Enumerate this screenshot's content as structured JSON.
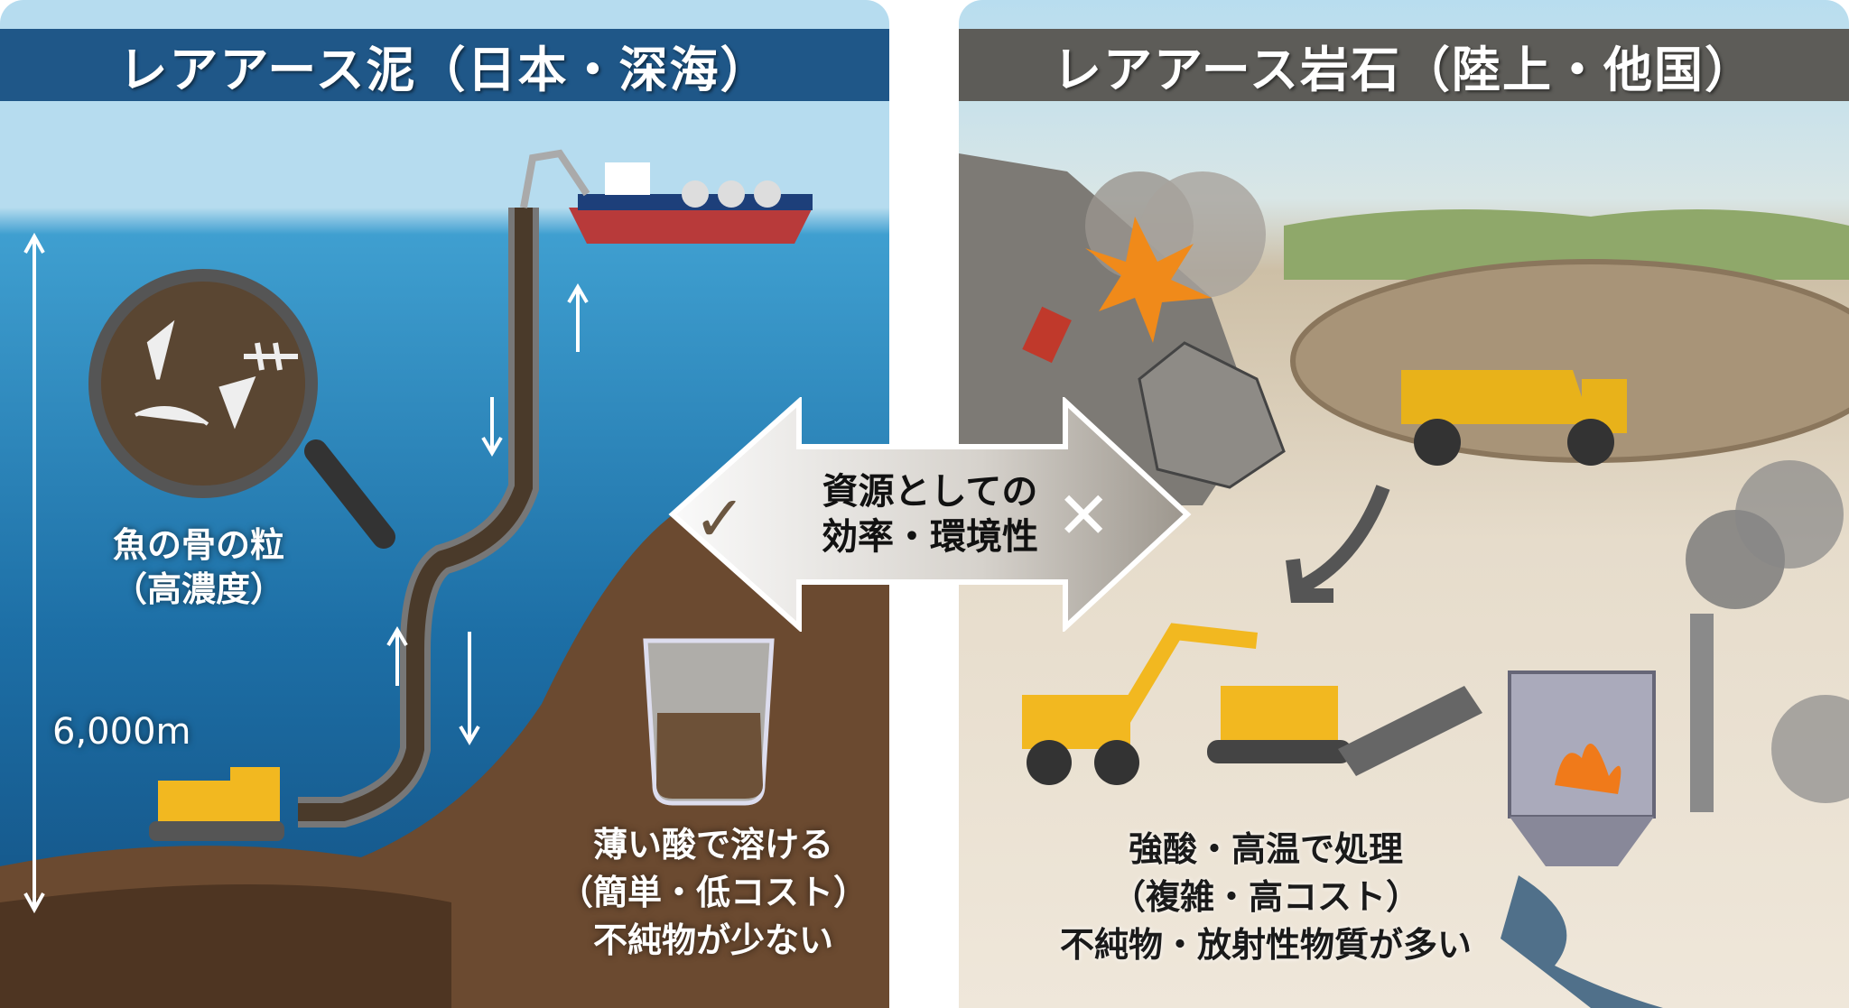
{
  "left_panel": {
    "title": "レアアース泥（日本・深海）",
    "depth": "6,000m",
    "magnifier_label": [
      "魚の骨の粒",
      "（高濃度）"
    ],
    "beaker_label": [
      "薄い酸で溶ける",
      "（簡単・低コスト）",
      "不純物が少ない"
    ]
  },
  "right_panel": {
    "title": "レアアース岩石（陸上・他国）",
    "process_label": [
      "強酸・高温で処理",
      "（複雑・高コスト）",
      "不純物・放射性物質が多い"
    ]
  },
  "center_arrow": {
    "text": [
      "資源としての",
      "効率・環境性"
    ],
    "left_mark": "✓",
    "right_mark": "✕"
  },
  "colors": {
    "left_header": "#1f5788",
    "right_header": "#5d5c58",
    "ocean": "#1d6fa6",
    "seabed": "#6b4a30"
  }
}
